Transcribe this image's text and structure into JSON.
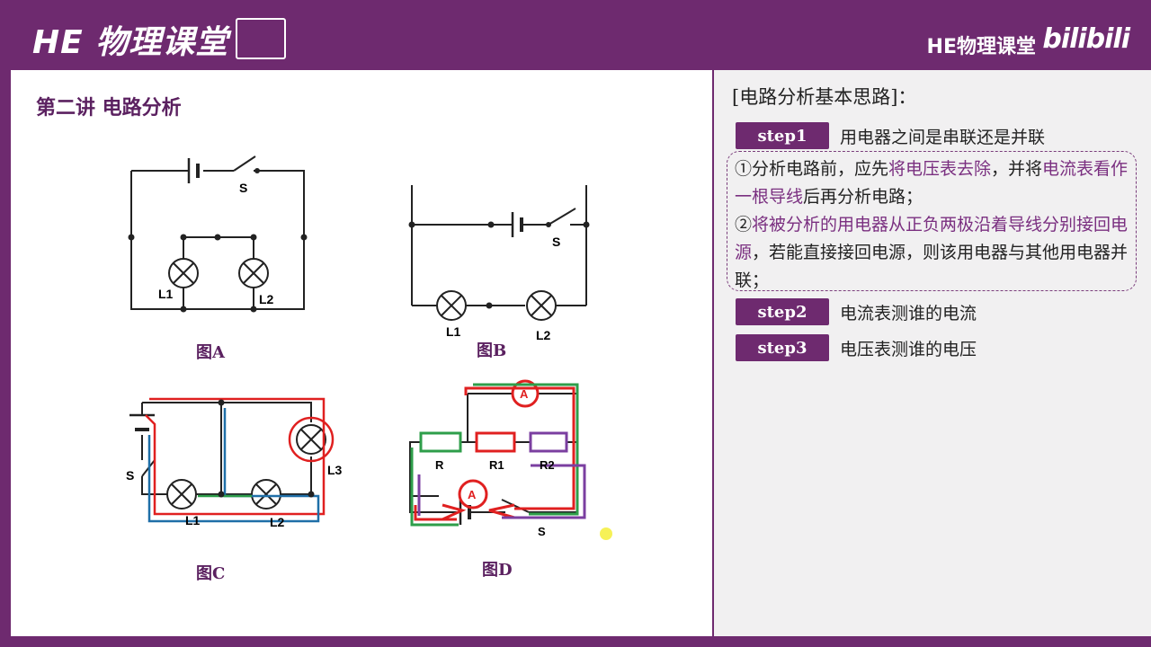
{
  "header": {
    "logo_text": "HE 物理课堂",
    "brand_text": "HE物理课堂",
    "site_logo": "bilibili"
  },
  "lecture": {
    "title": "第二讲  电路分析"
  },
  "figures": [
    {
      "caption": "图A",
      "labels": {
        "switch": "S",
        "lamp1": "L1",
        "lamp2": "L2"
      }
    },
    {
      "caption": "图B",
      "labels": {
        "switch": "S",
        "lamp1": "L1",
        "lamp2": "L2"
      }
    },
    {
      "caption": "图C",
      "labels": {
        "switch": "S",
        "lamp1": "L1",
        "lamp2": "L2",
        "lamp3": "L3"
      }
    },
    {
      "caption": "图D",
      "labels": {
        "r": "R",
        "r1": "R1",
        "r2": "R2",
        "switch": "S"
      }
    }
  ],
  "panel": {
    "heading": "[电路分析基本思路]：",
    "steps": [
      {
        "tag": "step1",
        "text": "用电器之间是串联还是并联"
      },
      {
        "tag": "step2",
        "text": "电流表测谁的电流"
      },
      {
        "tag": "step3",
        "text": "电压表测谁的电压"
      }
    ],
    "tip1": {
      "a": "①分析电路前，应先",
      "b": "将电压表去除",
      "c": "，并将",
      "d": "电流表看作一根导线",
      "e": "后再分析电路；"
    },
    "tip2": {
      "a": "②",
      "b": "将被分析的用电器从正负两极沿着导线分别接回电源",
      "c": "，若能直接接回电源，则该用电器与其他用电器并联；"
    }
  },
  "colors": {
    "brand": "#6e2a6f",
    "highlight": "#7a2f80",
    "annot_red": "#e02020",
    "annot_blue": "#1f6fa8",
    "annot_green": "#2e9e4a",
    "annot_purple": "#7b3fa0"
  }
}
